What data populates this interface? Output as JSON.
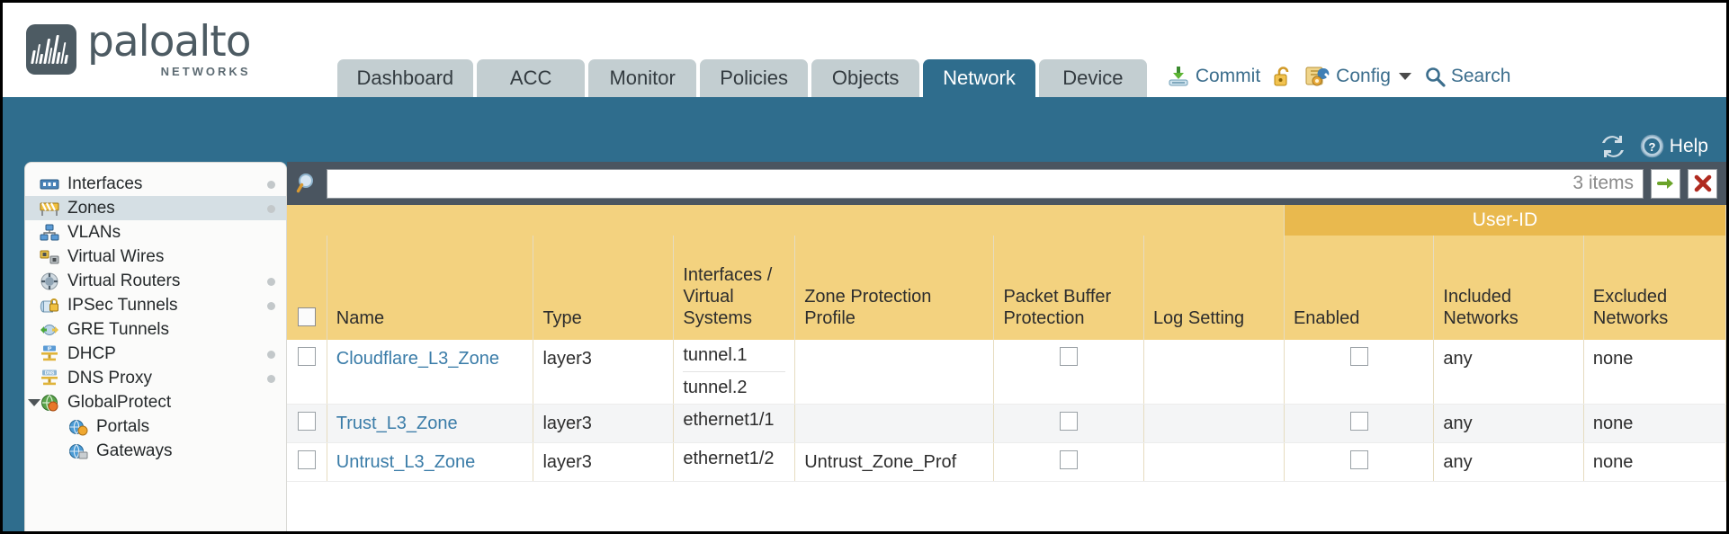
{
  "brand": {
    "name": "paloalto",
    "tagline": "NETWORKS"
  },
  "nav": {
    "tabs": [
      {
        "label": "Dashboard",
        "active": false
      },
      {
        "label": "ACC",
        "active": false
      },
      {
        "label": "Monitor",
        "active": false
      },
      {
        "label": "Policies",
        "active": false
      },
      {
        "label": "Objects",
        "active": false
      },
      {
        "label": "Network",
        "active": true
      },
      {
        "label": "Device",
        "active": false
      }
    ]
  },
  "top_actions": {
    "commit": "Commit",
    "lock": "",
    "config": "Config",
    "search": "Search"
  },
  "blue_bar": {
    "help": "Help",
    "refresh": ""
  },
  "sidebar": {
    "items": [
      {
        "label": "Interfaces",
        "icon": "interfaces-icon",
        "selected": false,
        "dot": true,
        "child": false,
        "expander": false
      },
      {
        "label": "Zones",
        "icon": "zones-icon",
        "selected": true,
        "dot": true,
        "child": false,
        "expander": false
      },
      {
        "label": "VLANs",
        "icon": "vlans-icon",
        "selected": false,
        "dot": false,
        "child": false,
        "expander": false
      },
      {
        "label": "Virtual Wires",
        "icon": "virtual-wires-icon",
        "selected": false,
        "dot": false,
        "child": false,
        "expander": false
      },
      {
        "label": "Virtual Routers",
        "icon": "virtual-routers-icon",
        "selected": false,
        "dot": true,
        "child": false,
        "expander": false
      },
      {
        "label": "IPSec Tunnels",
        "icon": "ipsec-tunnels-icon",
        "selected": false,
        "dot": true,
        "child": false,
        "expander": false
      },
      {
        "label": "GRE Tunnels",
        "icon": "gre-tunnels-icon",
        "selected": false,
        "dot": false,
        "child": false,
        "expander": false
      },
      {
        "label": "DHCP",
        "icon": "dhcp-icon",
        "selected": false,
        "dot": true,
        "child": false,
        "expander": false
      },
      {
        "label": "DNS Proxy",
        "icon": "dns-proxy-icon",
        "selected": false,
        "dot": true,
        "child": false,
        "expander": false
      },
      {
        "label": "GlobalProtect",
        "icon": "globalprotect-icon",
        "selected": false,
        "dot": false,
        "child": false,
        "expander": true
      },
      {
        "label": "Portals",
        "icon": "portals-icon",
        "selected": false,
        "dot": false,
        "child": true,
        "expander": false
      },
      {
        "label": "Gateways",
        "icon": "gateways-icon",
        "selected": false,
        "dot": false,
        "child": true,
        "expander": false
      }
    ]
  },
  "search": {
    "value": "",
    "placeholder": "",
    "items_count": "3 items",
    "apply_label": "",
    "clear_label": ""
  },
  "table": {
    "group_header": "User-ID",
    "columns": [
      "Name",
      "Type",
      "Interfaces / Virtual Systems",
      "Zone Protection Profile",
      "Packet Buffer Protection",
      "Log Setting",
      "Enabled",
      "Included Networks",
      "Excluded Networks"
    ],
    "rows": [
      {
        "selected": false,
        "name": "Cloudflare_L3_Zone",
        "type": "layer3",
        "interfaces": [
          "tunnel.1",
          "tunnel.2"
        ],
        "zone_protection_profile": "",
        "packet_buffer_protection": false,
        "log_setting": "",
        "user_id_enabled": false,
        "included_networks": "any",
        "excluded_networks": "none"
      },
      {
        "selected": false,
        "name": "Trust_L3_Zone",
        "type": "layer3",
        "interfaces": [
          "ethernet1/1"
        ],
        "zone_protection_profile": "",
        "packet_buffer_protection": false,
        "log_setting": "",
        "user_id_enabled": false,
        "included_networks": "any",
        "excluded_networks": "none"
      },
      {
        "selected": false,
        "name": "Untrust_L3_Zone",
        "type": "layer3",
        "interfaces": [
          "ethernet1/2"
        ],
        "zone_protection_profile": "Untrust_Zone_Prof",
        "packet_buffer_protection": false,
        "log_setting": "",
        "user_id_enabled": false,
        "included_networks": "any",
        "excluded_networks": "none"
      }
    ]
  },
  "colors": {
    "brand_blue": "#2f6d8d",
    "header_gold": "#f3d27f",
    "group_gold": "#e9b94e",
    "tab_inactive": "#c3ced1",
    "link_blue": "#3a7ca8",
    "searchbar_slate": "#4a5560"
  }
}
